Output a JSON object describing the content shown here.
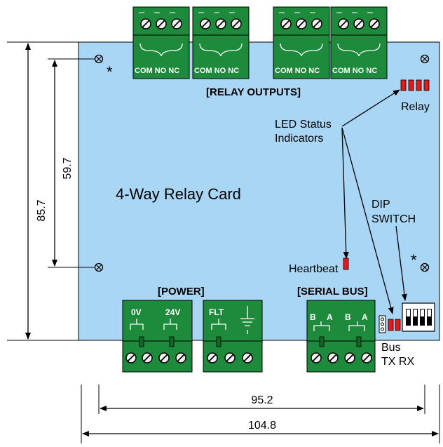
{
  "board": {
    "title": "4-Way Relay Card",
    "color": "#a9d6f5",
    "terminal_color": "#1e8a3c"
  },
  "relay_outputs": {
    "heading": "[RELAY OUTPUTS]",
    "terminal_labels": [
      "COM NO NC",
      "COM NO NC",
      "COM NO NC",
      "COM NO NC"
    ]
  },
  "power": {
    "heading": "[POWER]",
    "labels": [
      "0V",
      "24V",
      "FLT"
    ]
  },
  "serial_bus": {
    "heading": "[SERIAL BUS]",
    "labels": [
      "B",
      "A",
      "B",
      "A"
    ]
  },
  "annotations": {
    "relay": "Relay",
    "led_status_line1": "LED Status",
    "led_status_line2": "Indicators",
    "dip_line1": "DIP",
    "dip_line2": "SWITCH",
    "heartbeat": "Heartbeat",
    "bus_line1": "Bus",
    "bus_line2": "TX RX",
    "asterisk": "*"
  },
  "dimensions": {
    "total_height": "85.7",
    "hole_spacing_vertical": "59.7",
    "hole_spacing_horizontal": "95.2",
    "total_width": "104.8"
  },
  "colors": {
    "led": "#e31a1c",
    "arrow": "#000000"
  }
}
